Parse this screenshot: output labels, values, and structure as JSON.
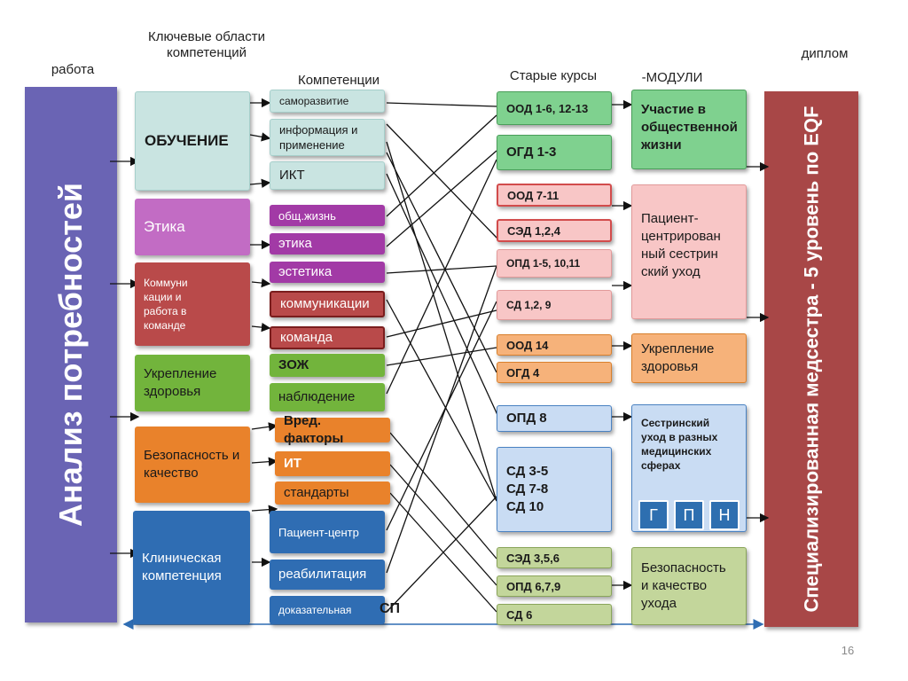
{
  "headers": {
    "work": "работа",
    "key_areas": "Ключевые области компетенций",
    "competencies": "Компетенции",
    "old_courses": "Старые курсы",
    "modules": "-МОДУЛИ",
    "diploma": "диплом"
  },
  "left_bar": "Анализ потребностей",
  "right_bar": "Специализированная медсестра - 5 уровень по EQF",
  "areas": [
    {
      "label": "ОБУЧЕНИЕ",
      "color": "#c9e4e1"
    },
    {
      "label": "Этика",
      "color": "#c26cc4"
    },
    {
      "label": "Коммуни кации и работа в команде",
      "color": "#b94a4a"
    },
    {
      "label": "Укрепление здоровья",
      "color": "#72b43c"
    },
    {
      "label": "Безопасность и качество",
      "color": "#e9822b"
    },
    {
      "label": "Клиническая компетенция",
      "color": "#2f6db3"
    }
  ],
  "competencies": [
    "саморазвитие",
    "информация и применение",
    "ИКТ",
    "общ.жизнь",
    "этика",
    "эстетика",
    "коммуникации",
    "команда",
    "ЗОЖ",
    "наблюдение",
    "Вред. факторы",
    "ИТ",
    "стандарты",
    "Пациент-центр",
    "реабилитация",
    "доказательная",
    "СП"
  ],
  "courses": [
    "ООД 1-6, 12-13",
    "ОГД 1-3",
    "ООД 7-11",
    "СЭД 1,2,4",
    "ОПД 1-5, 10,11",
    "СД 1,2, 9",
    "ООД 14",
    "ОГД 4",
    "ОПД 8",
    "СД 3-5",
    "СД 7-8",
    "СД 10",
    "СЭД 3,5,6",
    "ОПД 6,7,9",
    "СД 6"
  ],
  "modules": [
    "Участие в общественной жизни",
    "Пациент-центрирован ный сестрин ский уход",
    "Укрепление здоровья",
    "Сестринский уход в разных медицинских сферах",
    "Безопасность и качество ухода"
  ],
  "module_sub": [
    "Г",
    "П",
    "Н"
  ],
  "page_number": "16",
  "colors": {
    "left_bar": "#6a64b4",
    "right_bar": "#a84747",
    "teal": "#c9e4e1",
    "purple": "#a23aa6",
    "red": "#b94a4a",
    "green": "#72b43c",
    "orange": "#e9822b",
    "blue": "#2f6db3",
    "course_green": "#7fd18f",
    "course_pink": "#f8c6c6",
    "course_orange": "#f6b27a",
    "course_blue": "#c9dcf3",
    "course_olive": "#c3d69b"
  }
}
